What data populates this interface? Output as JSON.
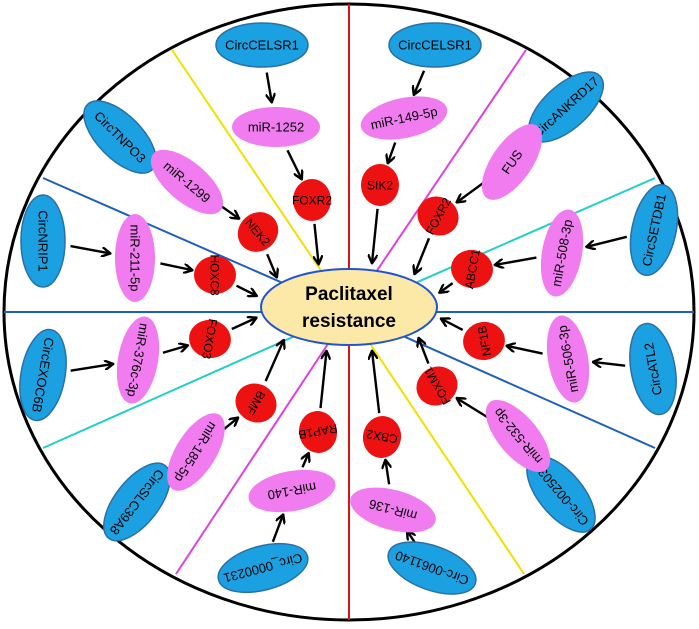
{
  "center": {
    "line1": "Paclitaxel",
    "line2": "resistance"
  },
  "colors": {
    "circ_fill": "#1ba1e2",
    "mirna_fill": "#f07cf0",
    "target_fill": "#ee1111",
    "center_fill": "#fce9a8",
    "center_stroke": "#2255cc",
    "arrow": "#000000"
  },
  "pathways": [
    {
      "circ": "CircCELSR1",
      "mirna": "miR-1252",
      "target": "FOXR2"
    },
    {
      "circ": "CircCELSR1",
      "mirna": "miR-149-5p",
      "target": "SIK2"
    },
    {
      "circ": "CircANKRD17",
      "mirna": "FUS",
      "target": "FOXR2"
    },
    {
      "circ": "CircSETDB1",
      "mirna": "miR-508-3p",
      "target": "ABCC1"
    },
    {
      "circ": "CircATL2",
      "mirna": "miR-506-3p",
      "target": "NF1B"
    },
    {
      "circ": "Circ-0025033",
      "mirna": "miR-532-3p",
      "target": "FOXM1"
    },
    {
      "circ": "Circ-0061140",
      "mirna": "miR-136",
      "target": "CBX2"
    },
    {
      "circ": "Circ_0000231",
      "mirna": "miR-140",
      "target": "RAP1B"
    },
    {
      "circ": "CircSLC39A8",
      "mirna": "miR-185-5p",
      "target": "BMF"
    },
    {
      "circ": "CircEXOC6B",
      "mirna": "miR-376c-3p",
      "target": "FOXO3"
    },
    {
      "circ": "CircNRIP1",
      "mirna": "miR-211-5p",
      "target": "HOXC8"
    },
    {
      "circ": "CircTNPO3",
      "mirna": "miR-1299",
      "target": "NEK2"
    }
  ]
}
